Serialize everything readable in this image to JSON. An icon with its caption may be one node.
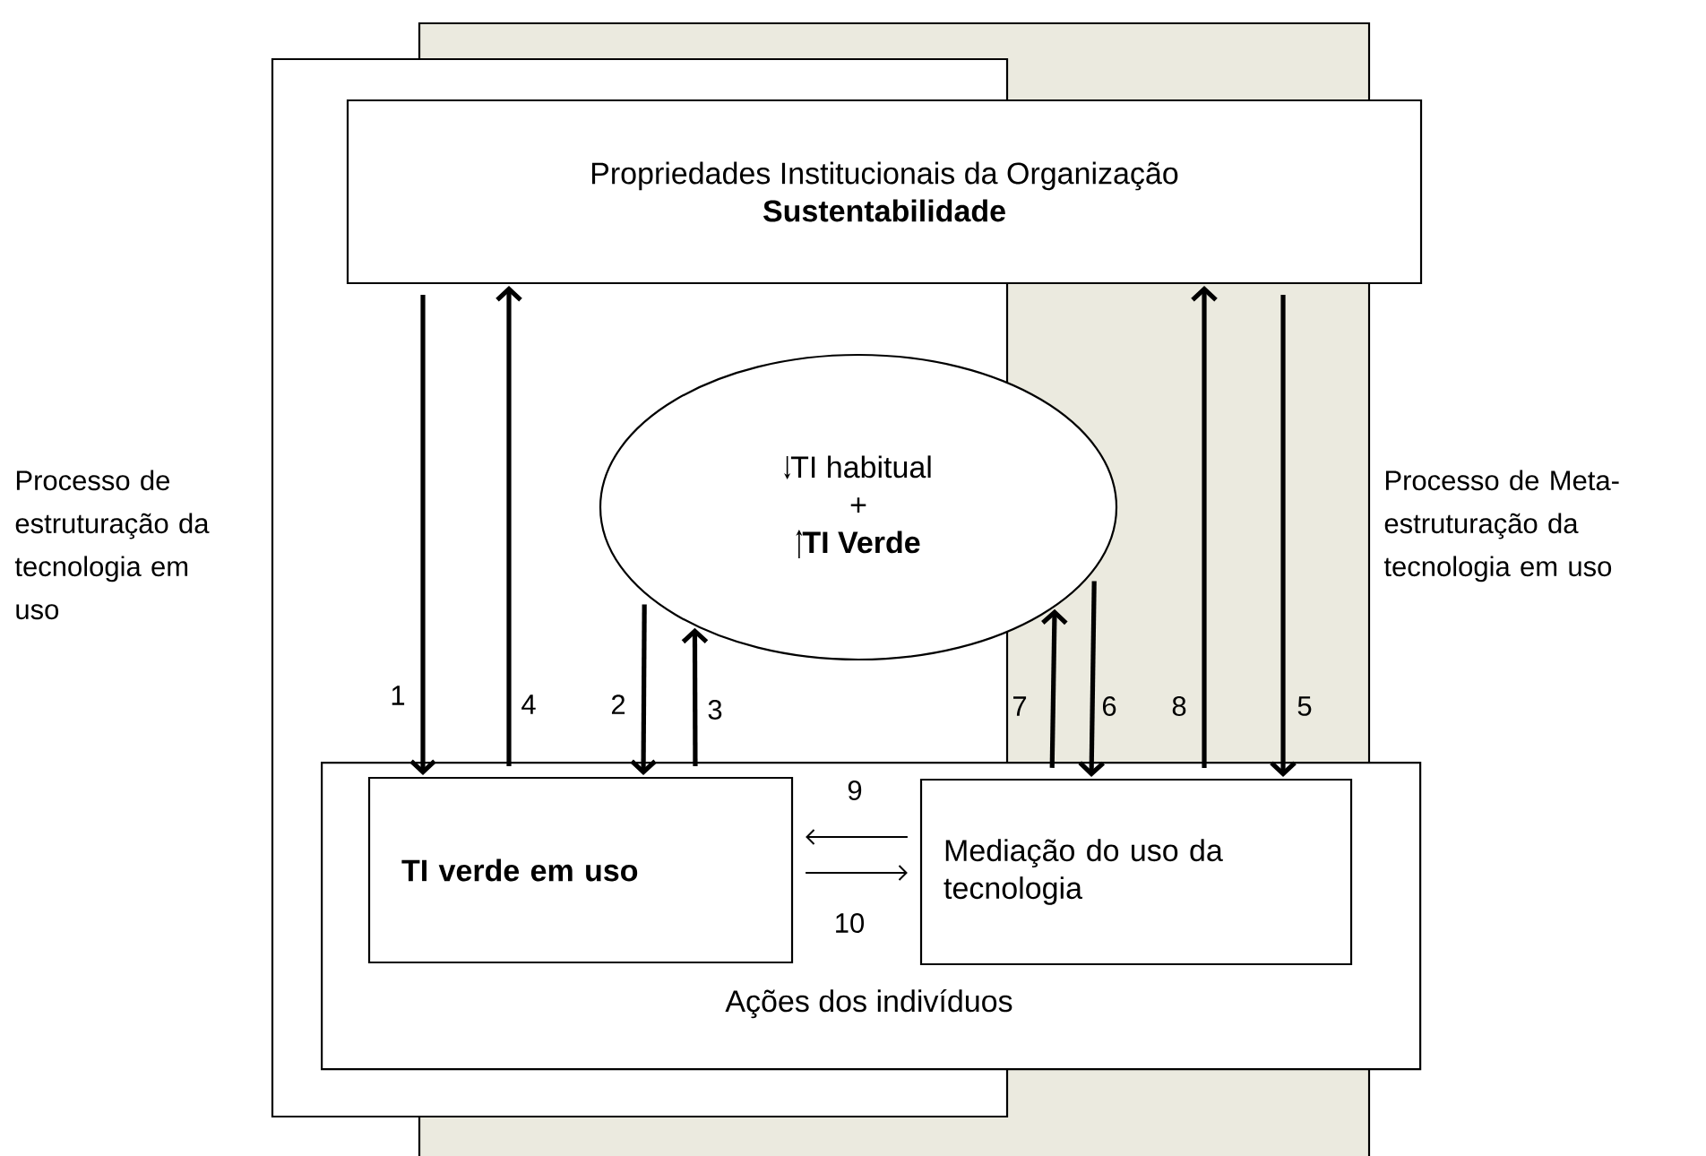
{
  "diagram": {
    "nodes": [
      {
        "text": [
          "Propriedades Institucionais da Organização",
          "Sustentabilidade"
        ]
      },
      {
        "text": [
          "TI habitual",
          "+",
          "TI Verde"
        ]
      },
      {
        "text": [
          "Ações dos indivíduos"
        ]
      },
      {
        "text": [
          "TI verde em uso"
        ],
        "in": 2
      },
      {
        "text": [
          "Mediação do uso da tecnologia"
        ],
        "in": 2
      }
    ],
    "edges": [
      {
        "from": 0,
        "to": 3,
        "arrow": "to",
        "label": "1"
      },
      {
        "from": 1,
        "to": 3,
        "arrow": "to",
        "label": "2"
      },
      {
        "from": 3,
        "to": 1,
        "arrow": "to",
        "label": "3"
      },
      {
        "from": 3,
        "to": 0,
        "arrow": "to",
        "label": "4"
      },
      {
        "from": 0,
        "to": 4,
        "arrow": "to",
        "label": "5"
      },
      {
        "from": 1,
        "to": 4,
        "arrow": "to",
        "label": "6"
      },
      {
        "from": 4,
        "to": 1,
        "arrow": "to",
        "label": "7"
      },
      {
        "from": 4,
        "to": 0,
        "arrow": "to",
        "label": "8"
      },
      {
        "from": 4,
        "to": 3,
        "arrow": "to",
        "label": "9"
      },
      {
        "from": 3,
        "to": 4,
        "arrow": "to",
        "label": "10"
      }
    ],
    "labels": [
      "Processo de estruturação da tecnologia em uso",
      "Processo de Meta-estruturação da tecnologia em uso"
    ]
  }
}
